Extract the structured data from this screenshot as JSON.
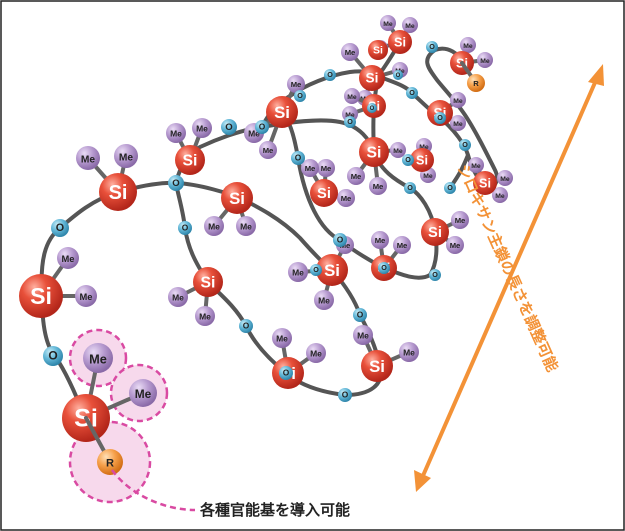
{
  "labels": {
    "si": "Si",
    "me": "Me",
    "o": "O",
    "r": "R",
    "arrow_label": "シロキサン主鎖の長さを調整可能",
    "bottom_caption": "各種官能基を導入可能"
  },
  "colors": {
    "si": "#e0412c",
    "me": "#a98bc2",
    "o": "#4aa3c8",
    "r": "#f28a2e",
    "backbone": "#555555",
    "arrow": "#f39237",
    "highlight": "#d94aa2",
    "frame": "#222222"
  },
  "icons": {
    "bond": "bond-line",
    "arrow": "double-arrow-icon",
    "highlight": "dashed-circle-highlight"
  }
}
